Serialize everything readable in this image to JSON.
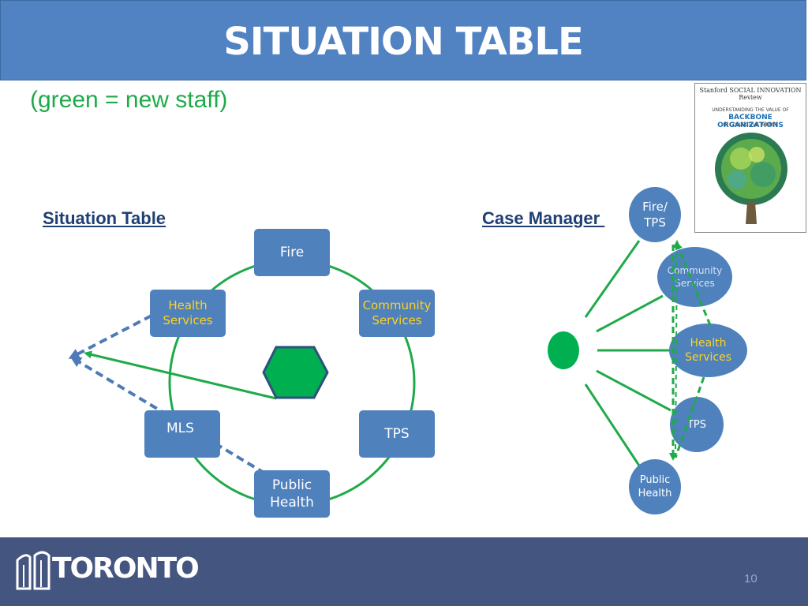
{
  "title": "SITUATION TABLE",
  "legend_note": "(green = new staff)",
  "left_heading": "Situation Table",
  "right_heading": "Case Manager ",
  "situation_table": {
    "fire": "Fire",
    "community_services": "Community\nServices",
    "tps": "TPS",
    "public_health": "Public\nHealth",
    "mls": "MLS",
    "health_services": "Health\nServices"
  },
  "case_manager": {
    "fire_tps": "Fire/\nTPS",
    "community_services": "Community\nServices",
    "health_services": "Health\nServices",
    "tps": "TPS",
    "public_health": "Public\nHealth"
  },
  "cover": {
    "brand": "Stanford SOCIAL INNOVATION Review",
    "title": "UNDERSTANDING THE VALUE OF",
    "headline": "BACKBONE ORGANIZATIONS",
    "subtitle": "IN COLLECTIVE IMPACT"
  },
  "footer": {
    "logo_text": "TORONTO",
    "page_number": "10"
  },
  "colors": {
    "title_bar": "#5182c2",
    "node_blue": "#4f81bd",
    "new_staff_green": "#1faa4a",
    "heading_navy": "#1f3f74",
    "yellow_text": "#ffd21f",
    "footer_bar": "#44557f"
  }
}
